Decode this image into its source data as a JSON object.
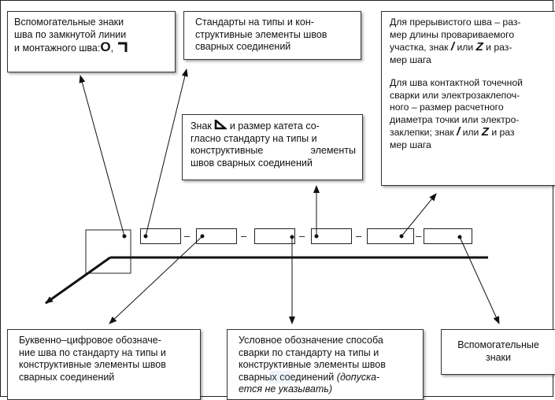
{
  "boxes": {
    "aux_closed": {
      "line1": "Вспомогательные знаки",
      "line2": "шва по замкнутой линии",
      "line3": "и монтажного шва:",
      "sym_circle": "O",
      "sym_comma": ","
    },
    "standards": {
      "line1": "Стандарты на типы и кон-",
      "line2": "структивные элементы швов",
      "line3": "сварных соединений"
    },
    "interrupted": {
      "line1": "Для прерывистого шва – раз-",
      "line2": "мер длины провариваемого",
      "line3a": "участка, знак",
      "slash": "/",
      "line3b": "или",
      "z": "Z",
      "line3c": "и раз-",
      "line4": "мер шага",
      "p2_line1": "Для шва контактной точечной",
      "p2_line2": "сварки или электрозаклепоч-",
      "p2_line3": "ного – размер расчетного",
      "p2_line4": "диаметра точки или электро-",
      "p2_line5a": "заклепки; знак",
      "p2_slash": "/",
      "p2_line5b": "или",
      "p2_z": "Z",
      "p2_line5c": "и раз",
      "p2_line6": "мер шага"
    },
    "leg": {
      "line1a": "Знак",
      "line1b": "и размер катета со-",
      "line2": "гласно стандарту на типы и",
      "line3": "конструктивные элементы",
      "line4": "швов сварных соединений"
    },
    "alnum": {
      "line1": "Буквенно–цифровое обозначе-",
      "line2": "ние шва по стандарту на типы и",
      "line3": "конструктивные элементы швов",
      "line4": "сварных соединений"
    },
    "method": {
      "line1": "Условное обозначение способа",
      "line2": "сварки по стандарту на типы и",
      "line3": "конструктивные элементы швов",
      "line4a": "сварных соединений",
      "line4b": "(допуска-",
      "line5": "ется не указывать)"
    },
    "aux": {
      "line1": "Вспомогательные",
      "line2": "знаки"
    }
  },
  "dashes": [
    "–",
    "–",
    "–",
    "–",
    "–"
  ]
}
